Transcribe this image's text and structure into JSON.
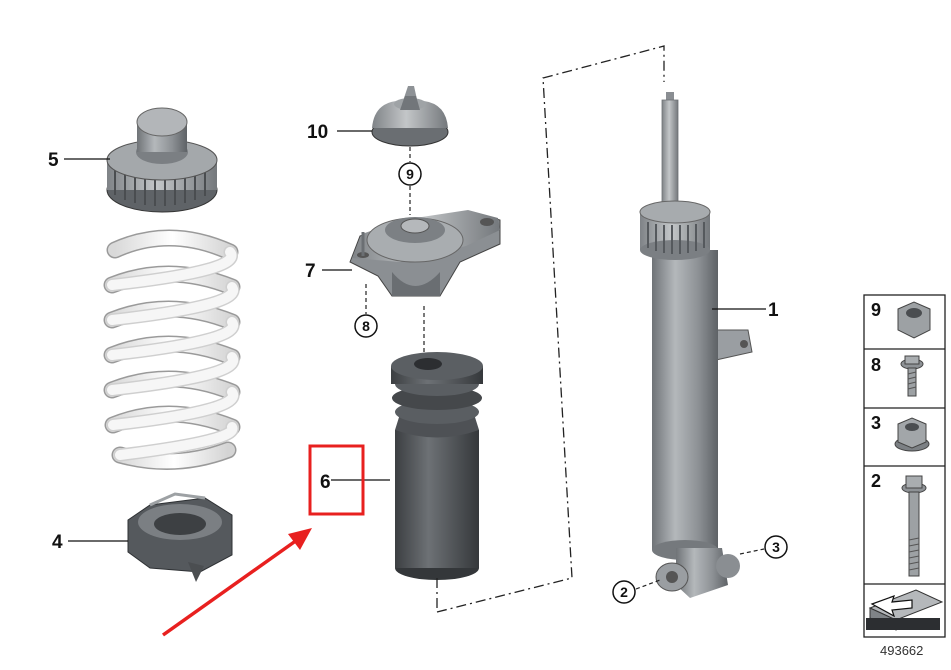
{
  "diagram": {
    "callouts": {
      "c1": "1",
      "c4": "4",
      "c5": "5",
      "c6": "6",
      "c7": "7",
      "c10": "10"
    },
    "circled": {
      "c2": "2",
      "c3": "3",
      "c8": "8",
      "c9": "9"
    },
    "side_panel": [
      "9",
      "8",
      "3",
      "2"
    ],
    "reference_number": "493662",
    "colors": {
      "highlight_box": "#e8201f",
      "arrow": "#e8201f",
      "part_grey": "#8f9396",
      "spring": "#f1f1f1"
    }
  }
}
